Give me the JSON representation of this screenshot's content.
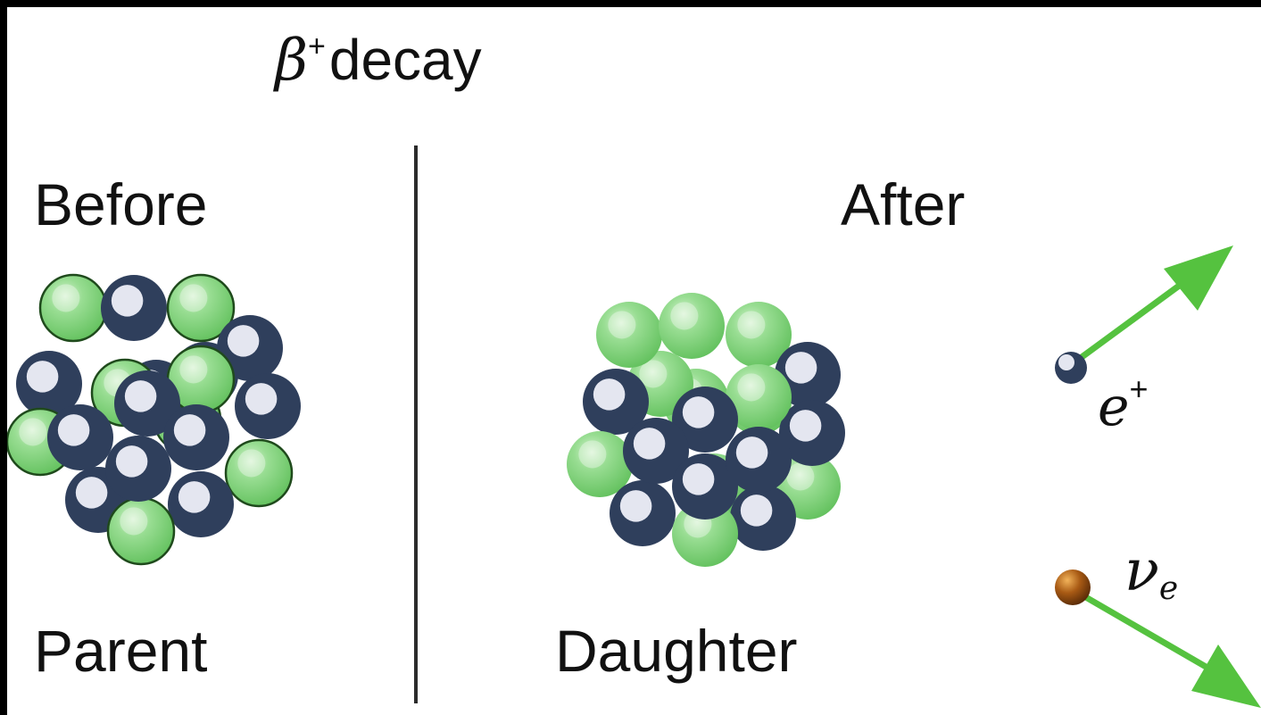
{
  "title": {
    "symbol": "β",
    "superscript": "+",
    "text": "decay"
  },
  "panels": {
    "before": {
      "heading": "Before",
      "caption": "Parent"
    },
    "after": {
      "heading": "After",
      "caption": "Daughter"
    }
  },
  "particles": {
    "positron": {
      "symbol": "e",
      "superscript": "+"
    },
    "neutrino": {
      "symbol": "ν",
      "subscript": "e"
    }
  },
  "colors": {
    "proton": "#7fd17a",
    "neutron": "#2f3f5c",
    "neutron_center": "#e4e6f0",
    "arrow": "#55c23f",
    "neutrino_particle": "#8a4a10"
  }
}
